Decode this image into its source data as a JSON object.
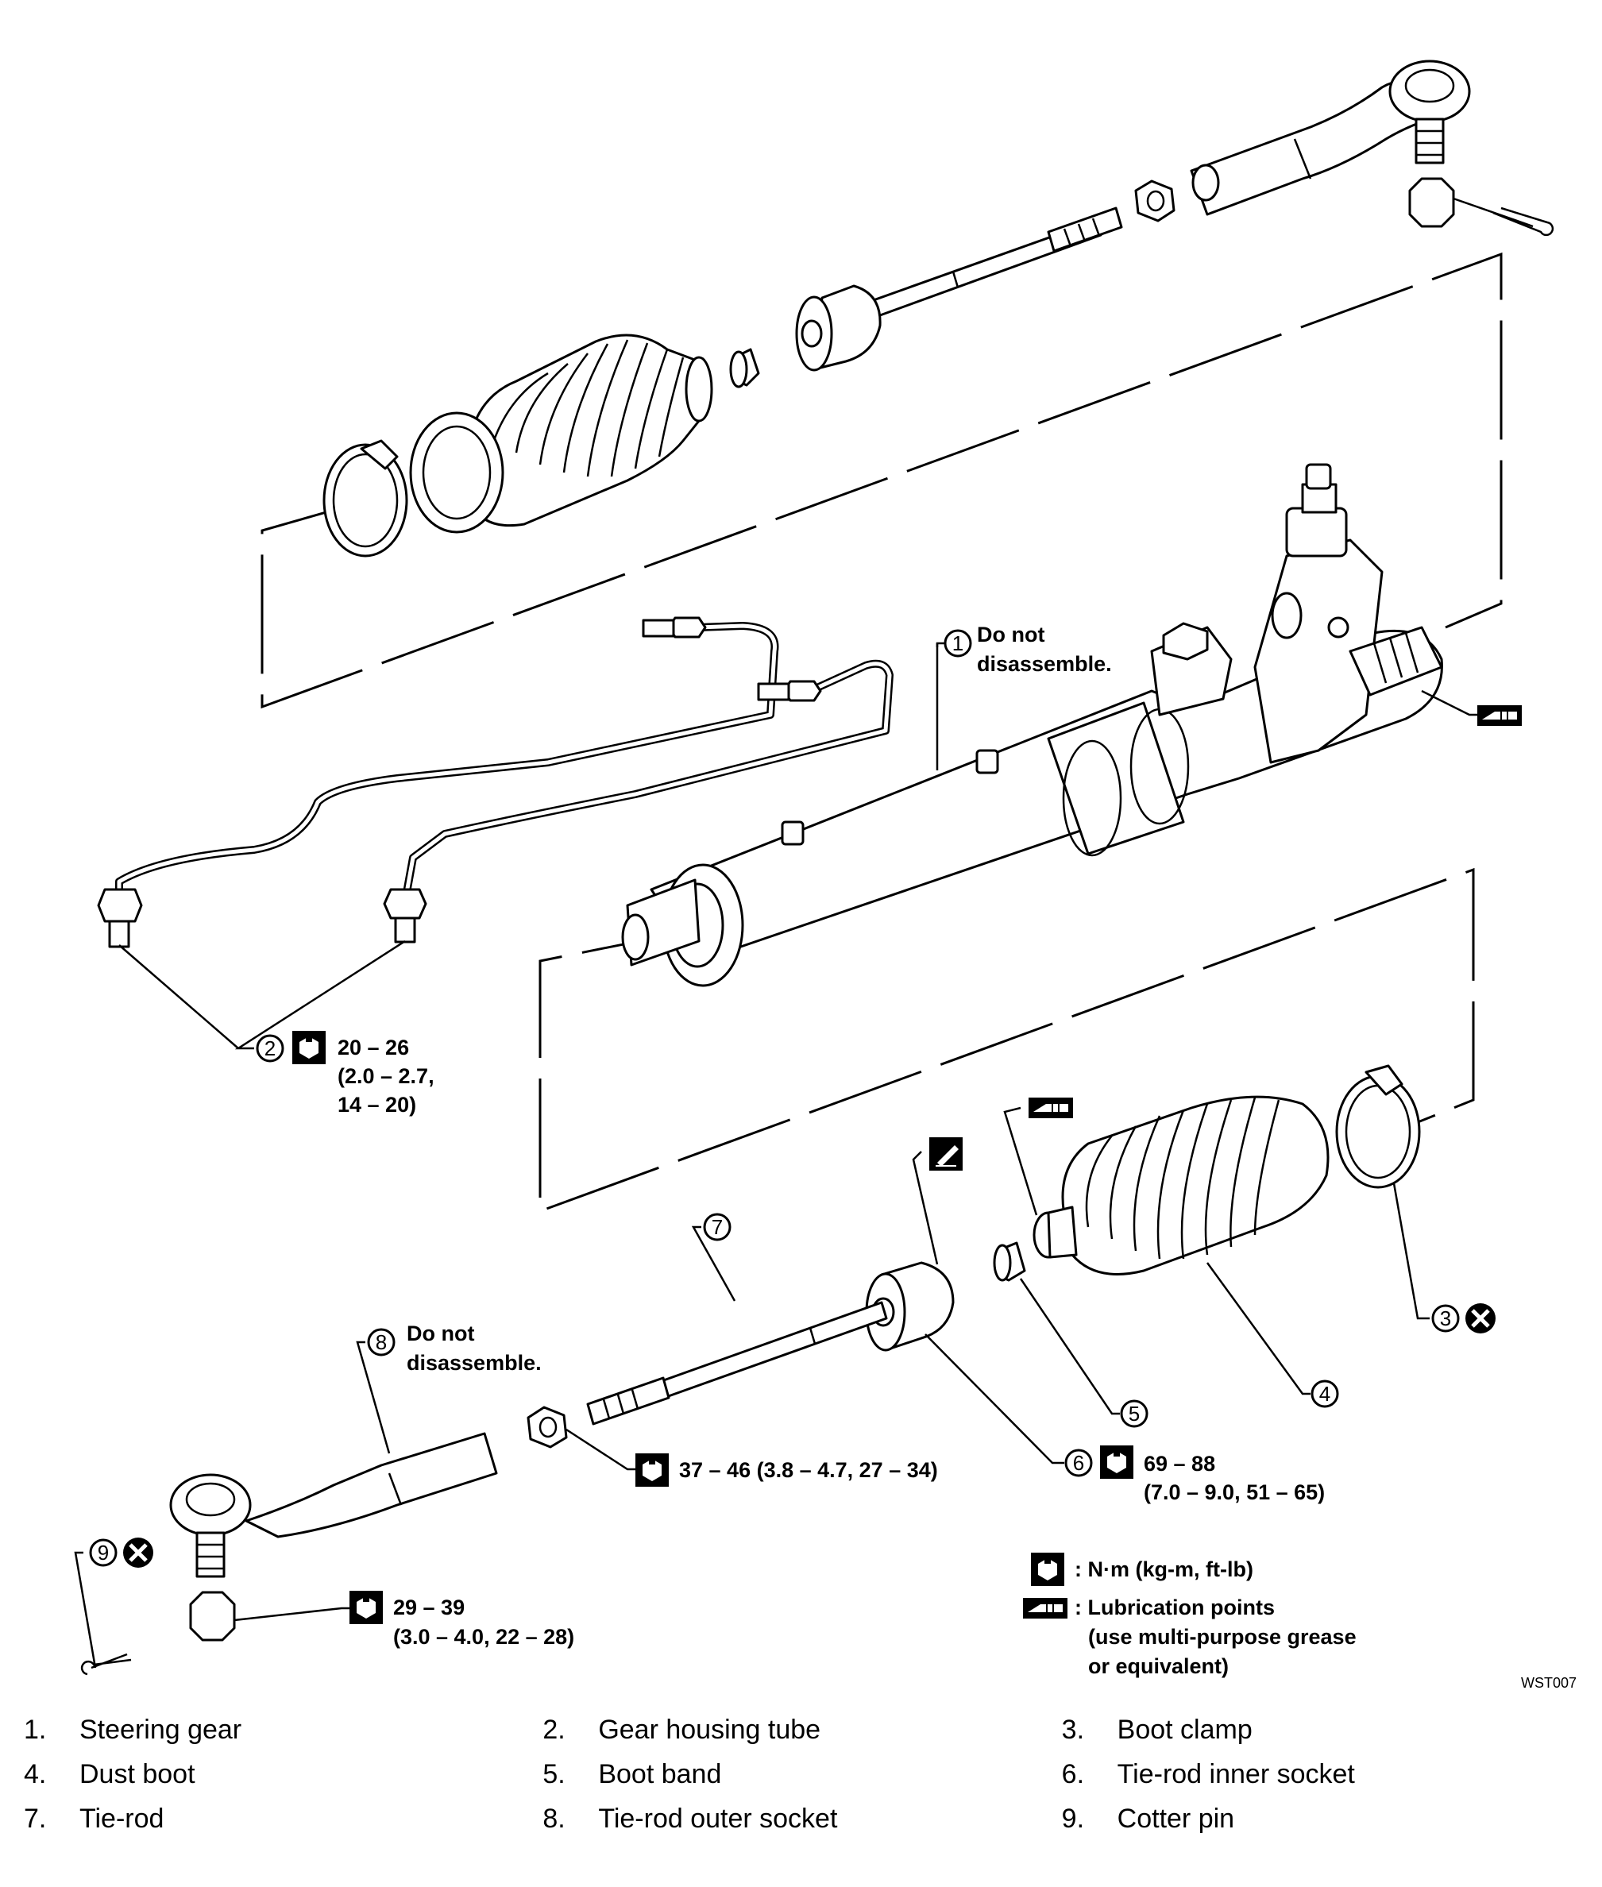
{
  "callouts": {
    "c1": {
      "num": "1",
      "note_line1": "Do not",
      "note_line2": "disassemble."
    },
    "c2": {
      "num": "2",
      "torque_line1": "20 – 26",
      "torque_line2": "(2.0 – 2.7,",
      "torque_line3": "14 – 20)"
    },
    "c3": {
      "num": "3"
    },
    "c4": {
      "num": "4"
    },
    "c5": {
      "num": "5"
    },
    "c6": {
      "num": "6",
      "torque_line1": "69 – 88",
      "torque_line2": "(7.0 – 9.0, 51 – 65)"
    },
    "c7": {
      "num": "7"
    },
    "c8": {
      "num": "8",
      "note_line1": "Do not",
      "note_line2": "disassemble."
    },
    "c9": {
      "num": "9"
    },
    "nut_torque": "37 – 46 (3.8 – 4.7, 27 – 34)",
    "lower_torque_line1": "29 – 39",
    "lower_torque_line2": "(3.0 – 4.0, 22 – 28)"
  },
  "key": {
    "torque_unit": ": N·m (kg-m, ft-lb)",
    "lube_line1": ": Lubrication points",
    "lube_line2": "(use multi-purpose grease",
    "lube_line3": "or equivalent)"
  },
  "figure_code": "WST007",
  "parts": [
    {
      "num": "1.",
      "name": "Steering gear"
    },
    {
      "num": "2.",
      "name": "Gear housing tube"
    },
    {
      "num": "3.",
      "name": "Boot clamp"
    },
    {
      "num": "4.",
      "name": "Dust boot"
    },
    {
      "num": "5.",
      "name": "Boot band"
    },
    {
      "num": "6.",
      "name": "Tie-rod inner socket"
    },
    {
      "num": "7.",
      "name": "Tie-rod"
    },
    {
      "num": "8.",
      "name": "Tie-rod outer socket"
    },
    {
      "num": "9.",
      "name": "Cotter pin"
    }
  ]
}
